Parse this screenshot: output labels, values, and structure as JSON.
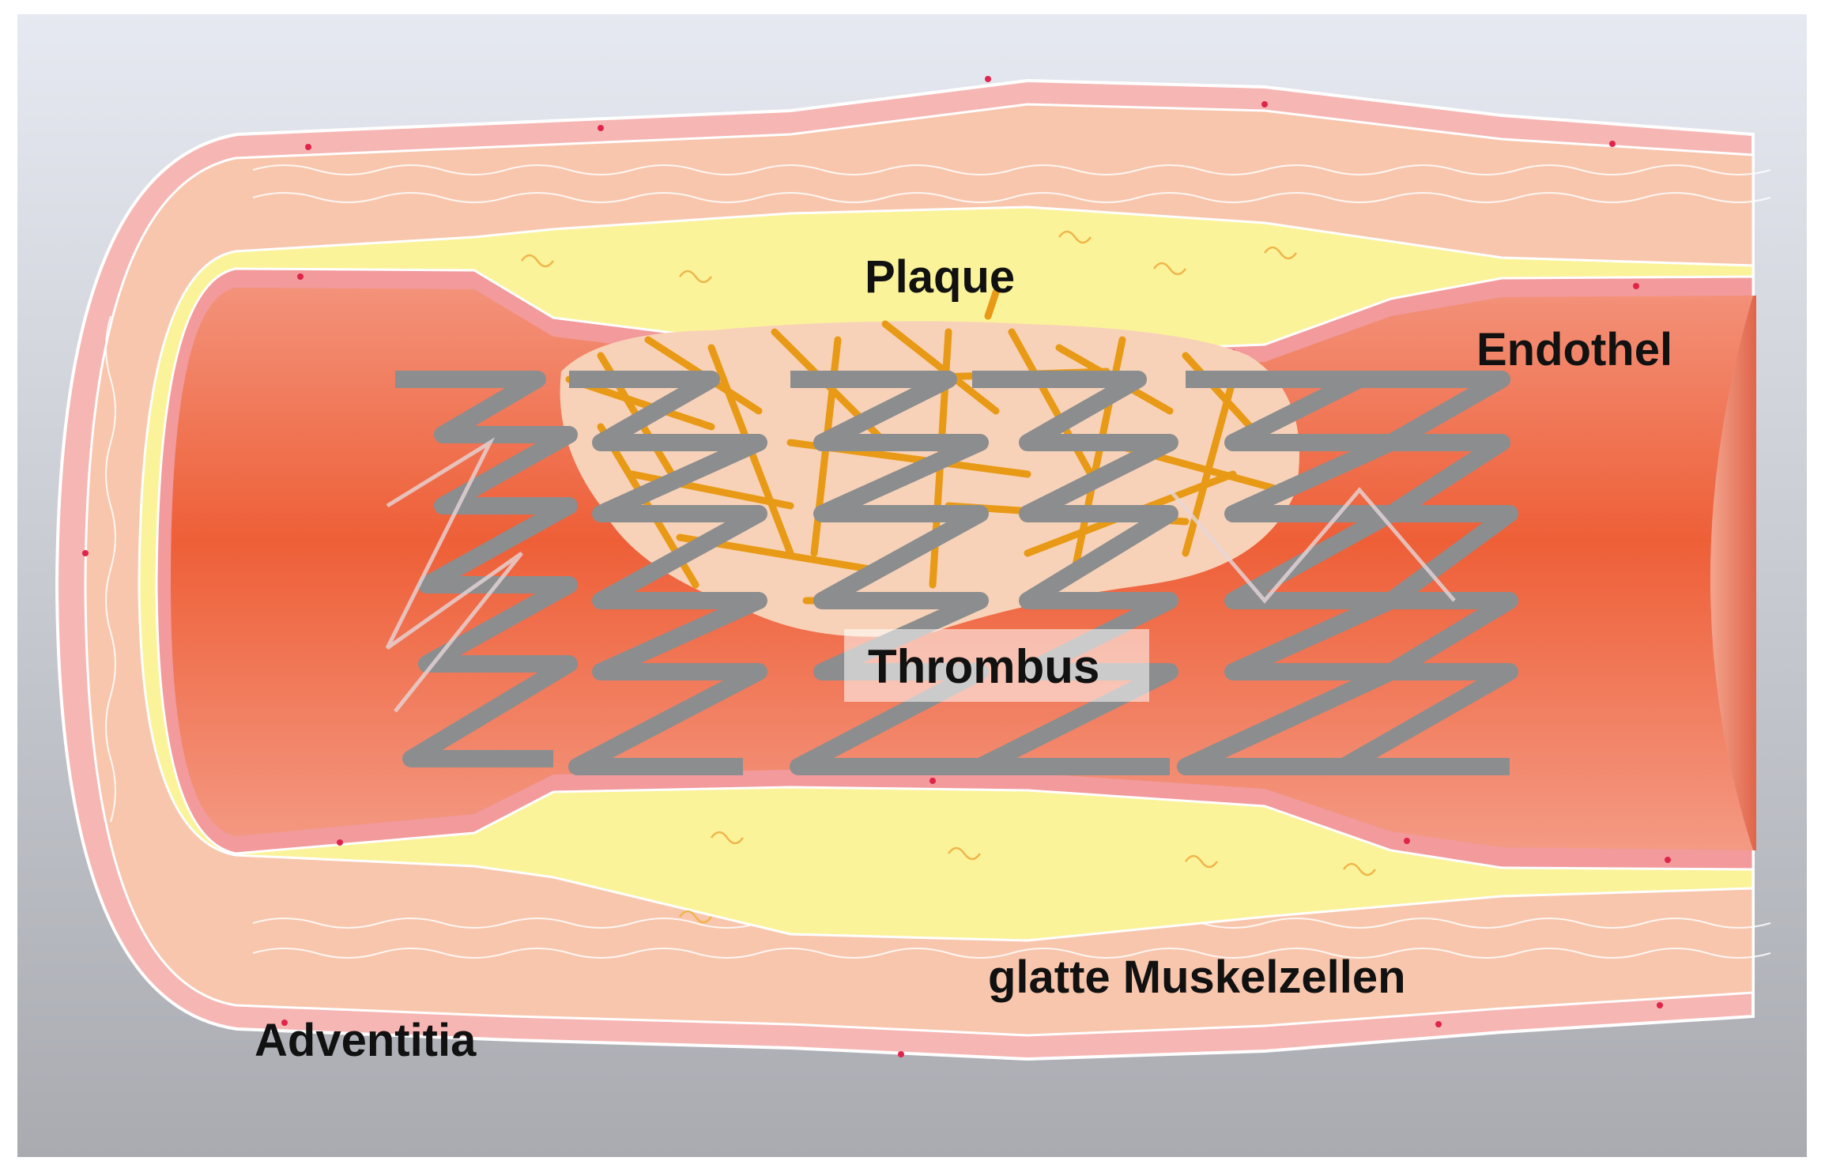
{
  "labels": {
    "plaque": "Plaque",
    "endothel": "Endothel",
    "thrombus": "Thrombus",
    "glatte_muskelzellen": "glatte Muskelzellen",
    "adventitia": "Adventitia"
  },
  "colors": {
    "background_top": "#e6e9f1",
    "background_bottom": "#a9abb1",
    "adventitia_layer": "#f6b6b4",
    "muscle_layer": "#f8c6ad",
    "plaque": "#fbf39a",
    "endothel": "#f29a9c",
    "lumen": "#f0653e",
    "thrombus_fibrin": "#e89a16",
    "thrombus_cells": "#f8d2b8",
    "stent": "#8c8d8f"
  }
}
